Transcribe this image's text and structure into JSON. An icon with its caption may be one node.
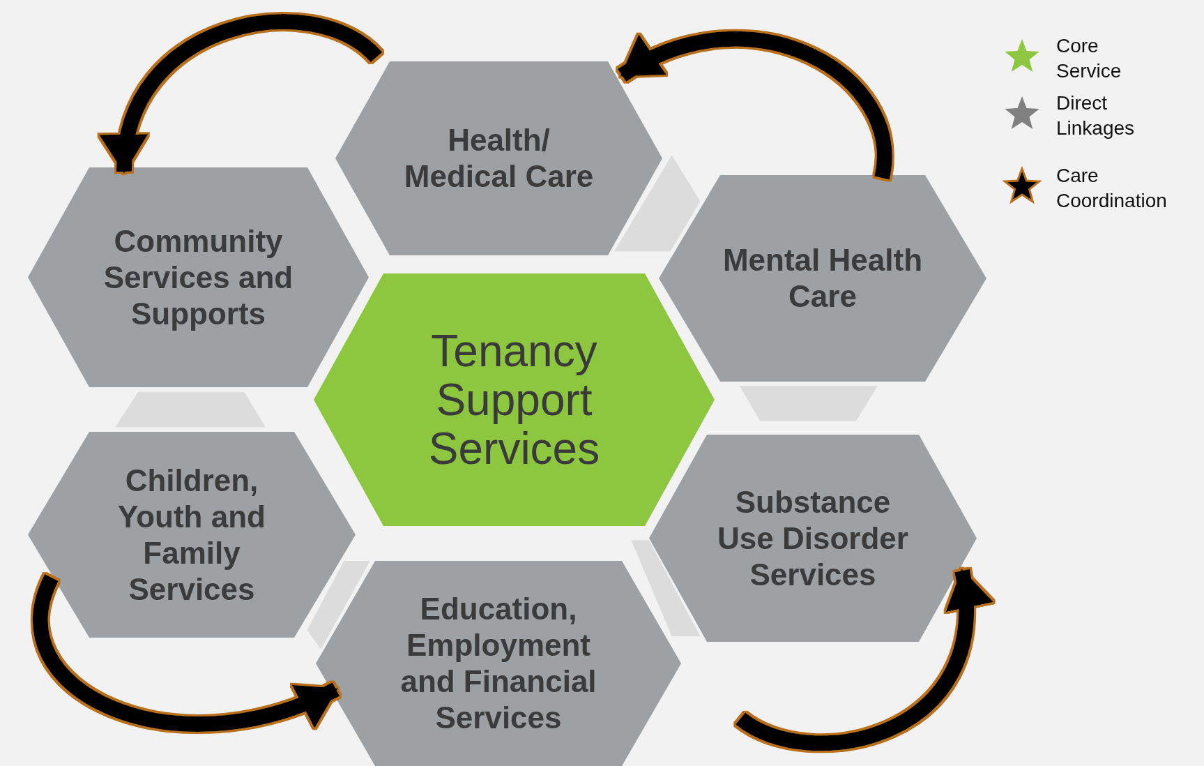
{
  "diagram": {
    "nodes": [
      {
        "text": [
          "Health/ Medical Care"
        ]
      },
      {
        "text": [
          "Community Services and Supports"
        ]
      },
      {
        "text": [
          "Mental Health Care"
        ]
      },
      {
        "text": [
          "Tenancy Support Services"
        ]
      },
      {
        "text": [
          "Children, Youth and Family Services"
        ]
      },
      {
        "text": [
          "Substance Use Disorder Services"
        ]
      },
      {
        "text": [
          "Education, Employment and Financial Services"
        ]
      }
    ],
    "edges": [
      {
        "from": 0,
        "to": 1,
        "arrow": "to"
      },
      {
        "from": 2,
        "to": 0,
        "arrow": "to"
      },
      {
        "from": 4,
        "to": 6,
        "arrow": "to"
      },
      {
        "from": 6,
        "to": 5,
        "arrow": "to"
      }
    ],
    "legend": [
      {
        "text": "Core Service",
        "color": "#8dc63f"
      },
      {
        "text": "Direct Linkages",
        "color": "#808080"
      },
      {
        "text": "Care Coordination",
        "color": "#000000"
      }
    ]
  }
}
